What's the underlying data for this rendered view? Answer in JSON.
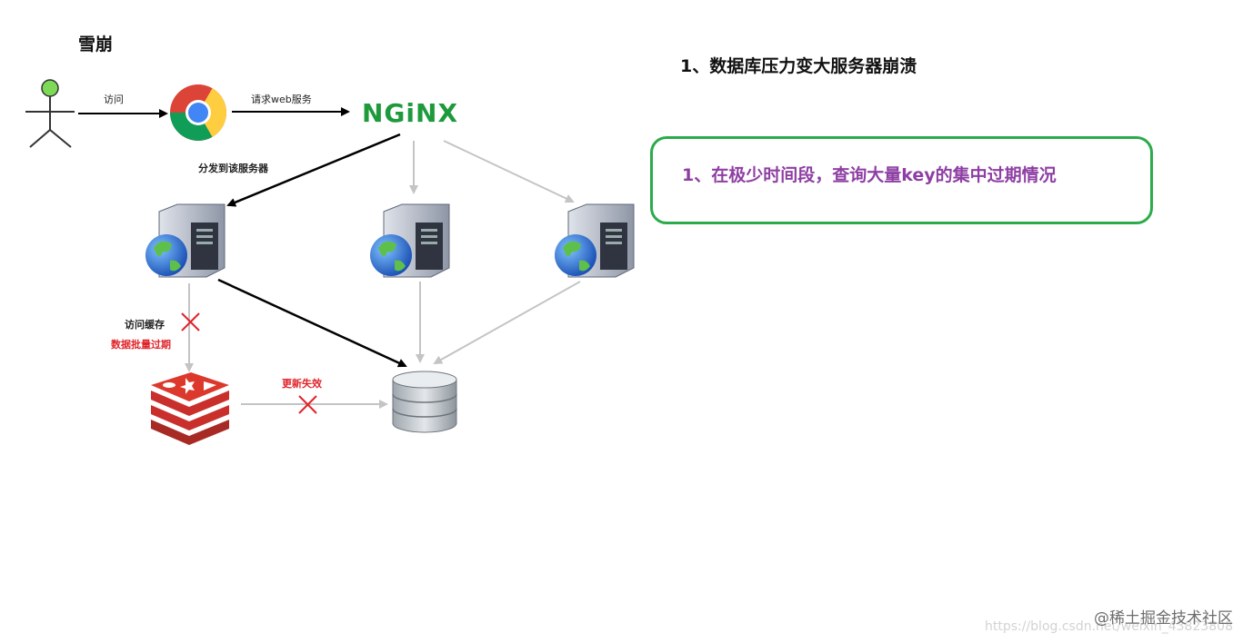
{
  "page_title": "雪崩",
  "nodes": {
    "nginx_logo": "NGiNX"
  },
  "labels": {
    "visit": "访问",
    "request_web": "请求web服务",
    "dispatch": "分发到该服务器",
    "visit_cache": "访问缓存",
    "batch_expire": "数据批量过期",
    "update_fail": "更新失效"
  },
  "right_panel": {
    "heading": "1、数据库压力变大服务器崩溃",
    "callout": "1、在极少时间段，查询大量key的集中过期情况"
  },
  "watermark": {
    "line1": "@稀土掘金技术社区",
    "line2": "https://blog.csdn.net/weixin_43823808"
  },
  "colors": {
    "callout_border": "#2bab4a",
    "callout_text": "#8e3fa3",
    "nginx": "#1e9a3c",
    "cross": "#e0242a",
    "redis": "#c9302c"
  }
}
